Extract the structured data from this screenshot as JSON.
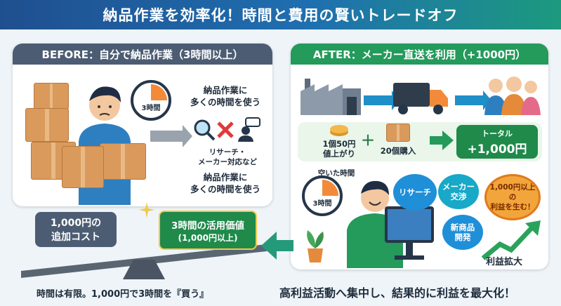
{
  "header": {
    "title": "納品作業を効率化！時間と費用の賢いトレードオフ"
  },
  "before": {
    "title": "BEFORE：自分で納品作業（3時間以上）",
    "clock_label": "3時間",
    "text1": "納品作業に多くの時間を使う",
    "text1_l1": "納品作業に",
    "text1_l2": "多くの時間を使う",
    "research_l1": "リサーチ・",
    "research_l2": "メーカー対応など",
    "text2_l1": "納品作業に",
    "text2_l2": "多くの時間を使う"
  },
  "after": {
    "title": "AFTER：メーカー直送を利用（+1000円）",
    "cost_l1": "1個50円",
    "cost_l2": "値上がり",
    "plus": "＋",
    "qty": "20個購入",
    "total_label": "トータル",
    "total_value": "+1,000円",
    "free_time": "空いた時間",
    "clock_label": "3時間",
    "bubble_research": "リサーチ",
    "bubble_maker_l1": "メーカー",
    "bubble_maker_l2": "交渉",
    "bubble_profit_l1": "1,000円以上の",
    "bubble_profit_l2": "利益を生む！",
    "bubble_new_l1": "新商品",
    "bubble_new_l2": "開発",
    "profit_growth": "利益拡大"
  },
  "scale": {
    "cost_l1": "1,000円の",
    "cost_l2": "追加コスト",
    "value_l1": "3時間の活用価値",
    "value_l2": "(1,000円以上)"
  },
  "footer": {
    "left": "時間は有限。1,000円で3時間を『買う』",
    "right": "高利益活動へ集中し、結果的に利益を最大化！"
  },
  "colors": {
    "header_start": "#1f4f8f",
    "header_end": "#1c9a7e",
    "before": "#4c5d73",
    "after": "#249a5b",
    "accent_orange": "#f28a3a"
  }
}
